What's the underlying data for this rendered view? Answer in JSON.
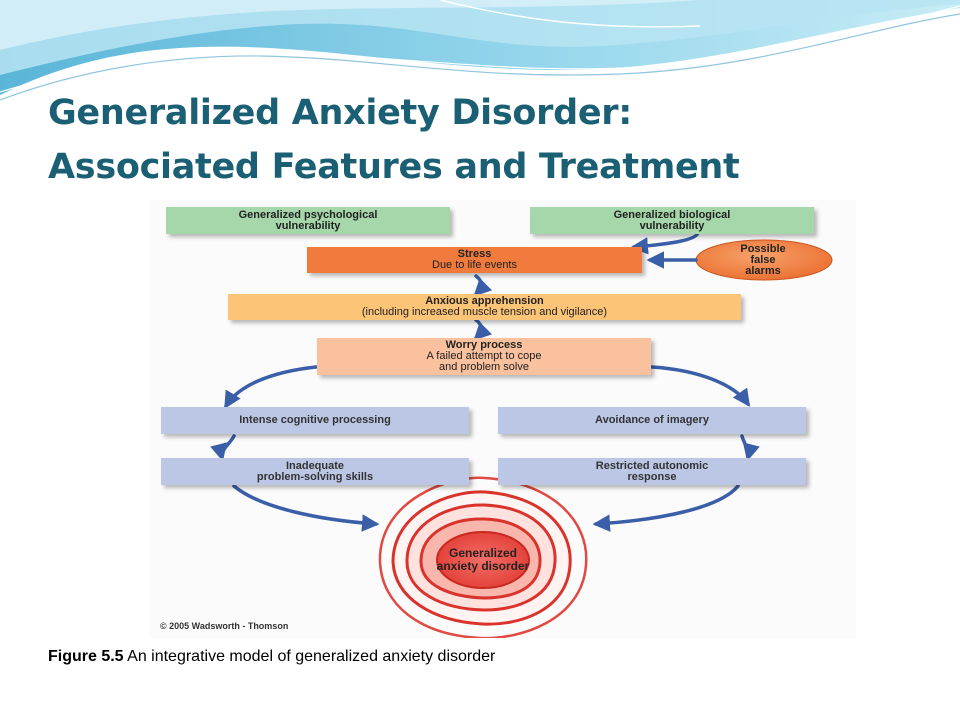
{
  "slide": {
    "title_line1": "Generalized Anxiety Disorder:",
    "title_line2": "Associated Features and Treatment"
  },
  "diagram": {
    "psych_vulnerability": {
      "line1": "Generalized psychological",
      "line2": "vulnerability"
    },
    "bio_vulnerability": {
      "line1": "Generalized biological",
      "line2": "vulnerability"
    },
    "stress": {
      "line1": "Stress",
      "line2": "Due to life events"
    },
    "false_alarms": {
      "line1": "Possible",
      "line2": "false",
      "line3": "alarms"
    },
    "anxious_apprehension": {
      "line1": "Anxious apprehension",
      "line2": "(including increased muscle tension and vigilance)"
    },
    "worry_process": {
      "line1": "Worry process",
      "line2": "A failed attempt to cope",
      "line3": "and problem solve"
    },
    "cognitive_processing": {
      "line1": "Intense cognitive processing"
    },
    "avoidance_imagery": {
      "line1": "Avoidance of imagery"
    },
    "problem_solving": {
      "line1": "Inadequate",
      "line2": "problem-solving skills"
    },
    "autonomic_response": {
      "line1": "Restricted autonomic",
      "line2": "response"
    },
    "outcome": {
      "line1": "Generalized",
      "line2": "anxiety disorder"
    },
    "copyright": "© 2005 Wadsworth - Thomson"
  },
  "caption": {
    "label": "Figure 5.5",
    "text": " An integrative model of generalized anxiety disorder"
  },
  "colors": {
    "title": "#1b5f74",
    "green_box": "#a6d7ab",
    "stress_box": "#f07b3c",
    "apprehension_box": "#fbc477",
    "worry_box": "#f9c19d",
    "blue_box": "#bcc7e6",
    "arrow": "#3a5fa8",
    "target_ring": "#d8302a"
  }
}
